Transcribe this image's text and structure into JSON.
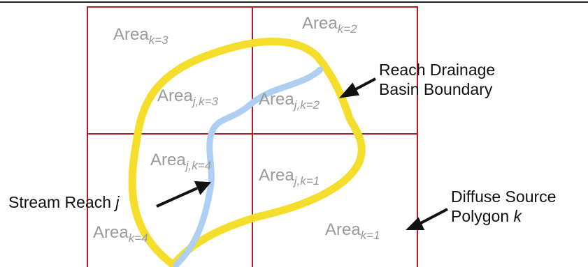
{
  "colors": {
    "grid": "#b31b25",
    "basin_boundary": "#f5dd2b",
    "stream": "#aecff1",
    "area_text": "#9a9a9a",
    "note_text": "#111111",
    "top_rule": "#222222"
  },
  "areas": [
    {
      "base": "Area",
      "sub": "k=3"
    },
    {
      "base": "Area",
      "sub": "k=2"
    },
    {
      "base": "Area",
      "sub": "j,k=3"
    },
    {
      "base": "Area",
      "sub": "j,k=2"
    },
    {
      "base": "Area",
      "sub": "j,k=4"
    },
    {
      "base": "Area",
      "sub": "j,k=1"
    },
    {
      "base": "Area",
      "sub": "k=4"
    },
    {
      "base": "Area",
      "sub": "k=1"
    }
  ],
  "notes": {
    "basin": {
      "line1": "Reach Drainage",
      "line2": "Basin Boundary"
    },
    "stream": {
      "text": "Stream Reach",
      "var": "j"
    },
    "polygon": {
      "line1": "Diffuse Source",
      "line2_text": "Polygon",
      "var": "k"
    }
  }
}
